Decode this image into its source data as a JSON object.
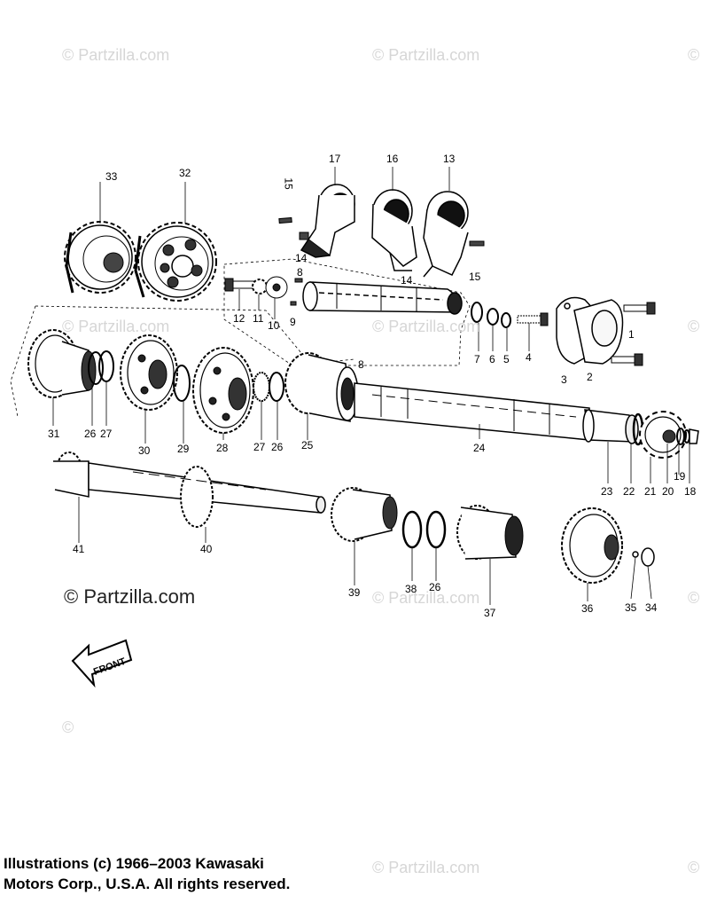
{
  "watermark": {
    "text": "© Partzilla.com",
    "corner_text": "©"
  },
  "callouts": {
    "c1": "1",
    "c2": "2",
    "c3": "3",
    "c4": "4",
    "c5": "5",
    "c6": "6",
    "c7": "7",
    "c8a": "8",
    "c8b": "8",
    "c9": "9",
    "c10": "10",
    "c11": "11",
    "c12": "12",
    "c13": "13",
    "c14a": "14",
    "c14b": "14",
    "c15a": "15",
    "c15b": "15",
    "c16": "16",
    "c17": "17",
    "c18": "18",
    "c19": "19",
    "c20": "20",
    "c21": "21",
    "c22": "22",
    "c23": "23",
    "c24": "24",
    "c25": "25",
    "c26a": "26",
    "c26b": "26",
    "c26c": "26",
    "c27a": "27",
    "c27b": "27",
    "c28": "28",
    "c29": "29",
    "c30": "30",
    "c31": "31",
    "c32": "32",
    "c33": "33",
    "c34": "34",
    "c35": "35",
    "c36": "36",
    "c37": "37",
    "c38": "38",
    "c39": "39",
    "c40": "40",
    "c41": "41"
  },
  "front_label": "FRONT",
  "copyright": {
    "line1": "Illustrations (c) 1966–2003 Kawasaki",
    "line2": "Motors Corp., U.S.A.  All rights reserved."
  }
}
